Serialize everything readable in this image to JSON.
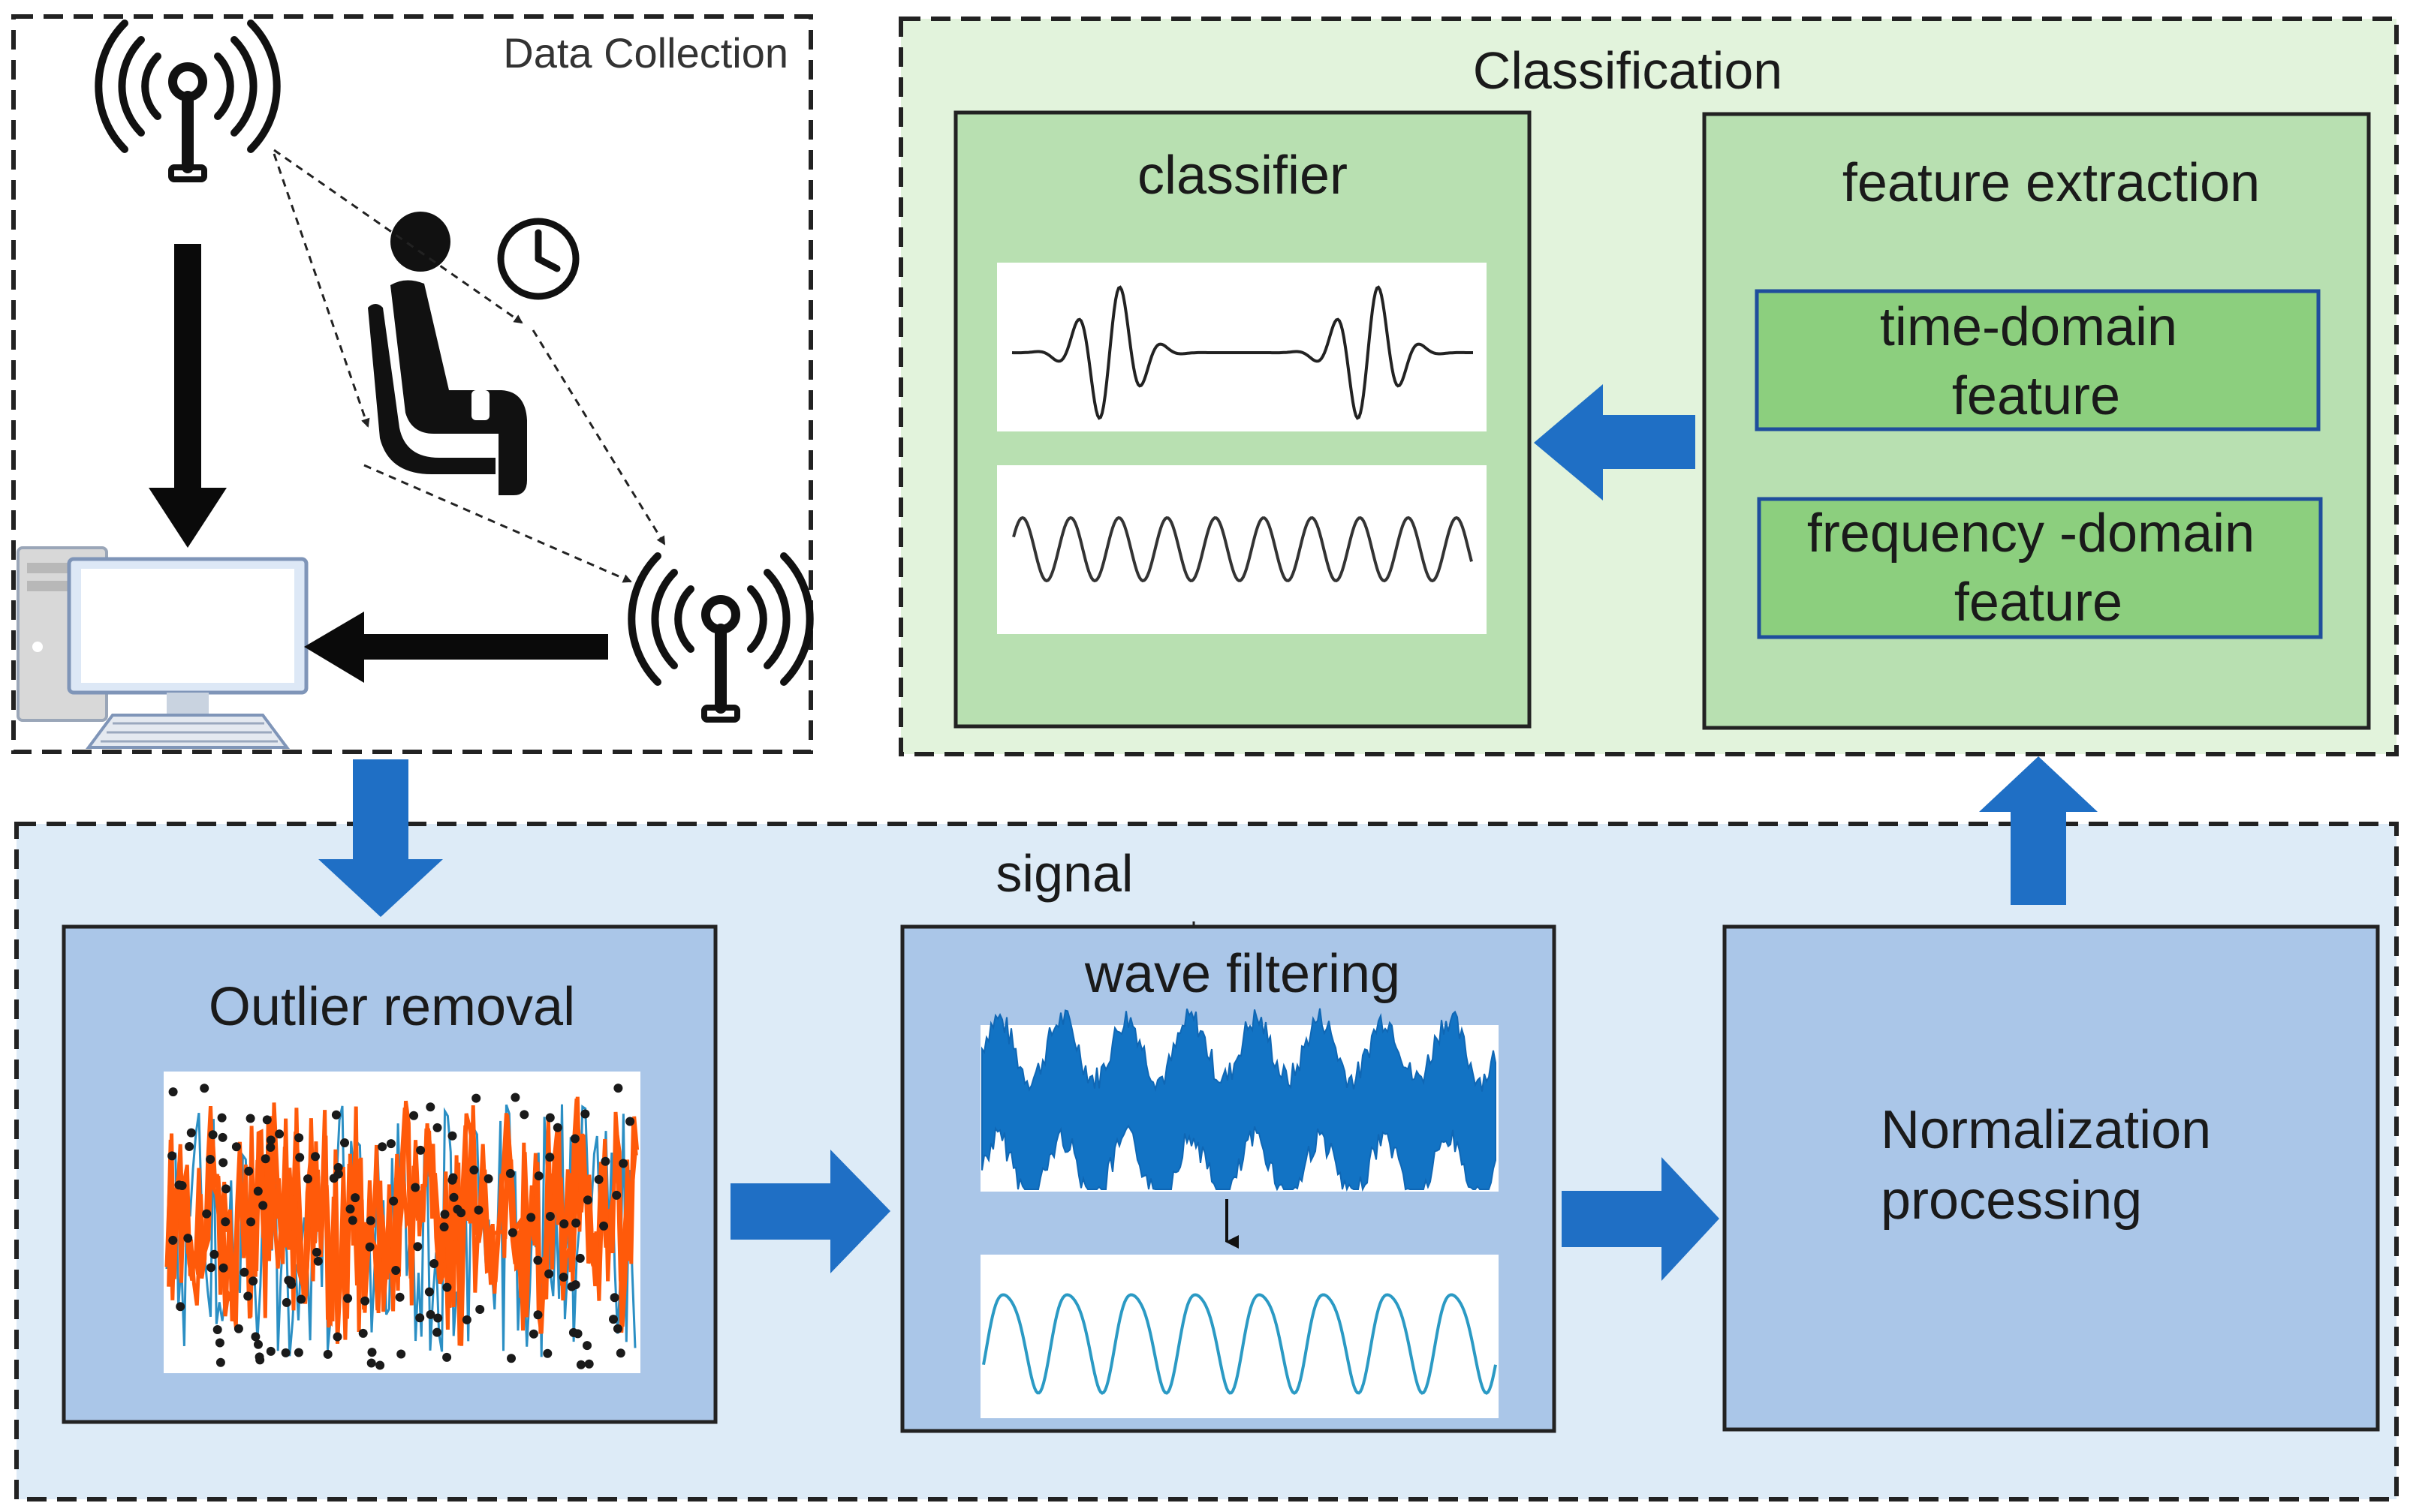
{
  "sections": {
    "data_collection": {
      "title": "Data Collection"
    },
    "classification": {
      "title": "Classification"
    },
    "signal": {
      "title": "signal"
    }
  },
  "boxes": {
    "classifier": {
      "title": "classifier"
    },
    "feature_extraction": {
      "title": "feature extraction",
      "time_domain": [
        "time-domain",
        "feature"
      ],
      "frequency_domain": [
        "frequency -domain",
        "feature"
      ]
    },
    "outlier_removal": {
      "title": "Outlier removal"
    },
    "wave_filtering": {
      "title": "wave filtering"
    },
    "normalization": {
      "title": [
        "Normalization",
        "processing"
      ]
    }
  },
  "icons": [
    "wifi-router-icon",
    "person-sitting-icon",
    "clock-icon",
    "desktop-computer-icon"
  ],
  "colors": {
    "data_collection_bg": "#ffffff",
    "classification_bg": "#e2f3dc",
    "classification_box": "#b8e0b1",
    "feature_item": "#8ccf7e",
    "feature_item_border": "#1f4e9c",
    "signal_bg": "#ddebf7",
    "signal_box": "#aac6e8",
    "flow_arrow": "#1f6fc5",
    "waveform_blue": "#1273c4",
    "waveform_orange": "#ff5a0a"
  }
}
